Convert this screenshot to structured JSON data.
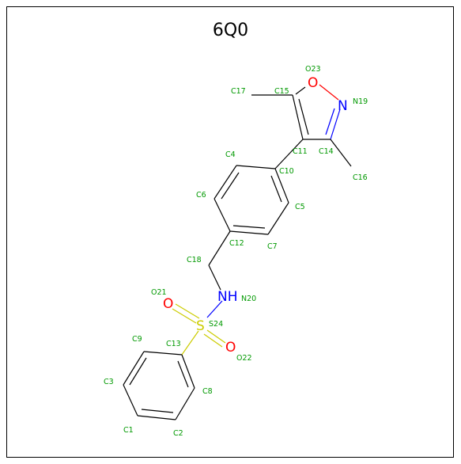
{
  "title": "6Q0",
  "colors": {
    "carbon_label": "#009900",
    "oxygen": "#ff0000",
    "nitrogen": "#0000ff",
    "sulfur": "#cccc00",
    "bond": "#000000"
  },
  "heteroatoms": {
    "o_ring": "O",
    "n_ring": "N",
    "nh": "NH",
    "s": "S",
    "o_sulfonyl_a": "O",
    "o_sulfonyl_b": "O"
  },
  "atom_labels": {
    "O23": "O23",
    "N19": "N19",
    "C17": "C17",
    "C15": "C15",
    "C11": "C11",
    "C14": "C14",
    "C16": "C16",
    "C4": "C4",
    "C10": "C10",
    "C6": "C6",
    "C5": "C5",
    "C12": "C12",
    "C7": "C7",
    "C18": "C18",
    "O21": "O21",
    "N20": "N20",
    "S24": "S24",
    "C9": "C9",
    "C13": "C13",
    "O22": "O22",
    "C3": "C3",
    "C8": "C8",
    "C1": "C1",
    "C2": "C2"
  }
}
